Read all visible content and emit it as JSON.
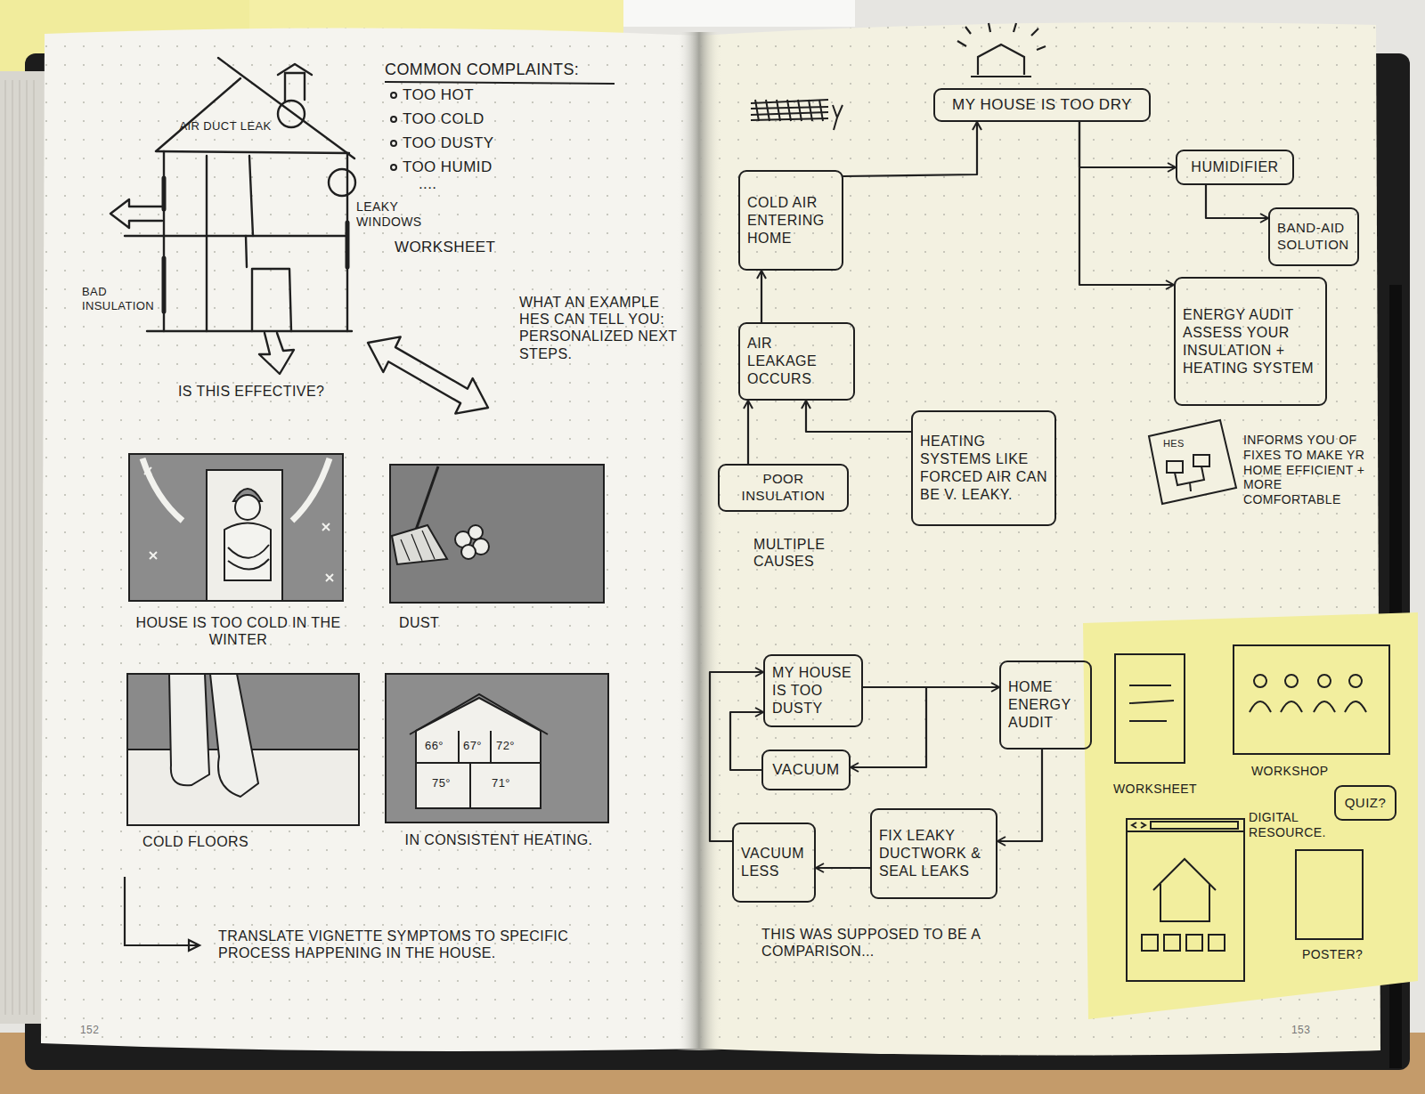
{
  "diagram": {
    "nodes": [
      {
        "text": [
          "MY HOUSE IS TOO DRY"
        ]
      },
      {
        "text": [
          "HUMIDIFIER"
        ]
      },
      {
        "text": [
          "COLD AIR ENTERING HOME"
        ]
      },
      {
        "text": [
          "BAND-AID SOLUTION"
        ]
      },
      {
        "text": [
          "ENERGY AUDIT ASSESS YOUR INSULATION + HEATING SYSTEM"
        ]
      },
      {
        "text": [
          "AIR LEAKAGE OCCURS"
        ]
      },
      {
        "text": [
          "HEATING SYSTEMS LIKE FORCED AIR CAN BE V. LEAKY."
        ]
      },
      {
        "text": [
          "POOR INSULATION"
        ]
      },
      {
        "text": [
          "MY HOUSE IS TOO DUSTY"
        ]
      },
      {
        "text": [
          "HOME ENERGY AUDIT"
        ]
      },
      {
        "text": [
          "VACUUM"
        ]
      },
      {
        "text": [
          "FIX LEAKY DUCTWORK & SEAL LEAKS"
        ]
      },
      {
        "text": [
          "VACUUM LESS"
        ]
      },
      {
        "text": [
          "QUIZ?"
        ]
      }
    ],
    "edges": [
      {
        "from": 2,
        "to": 0,
        "arrow": "to"
      },
      {
        "from": 0,
        "to": 1,
        "arrow": "to"
      },
      {
        "from": 1,
        "to": 3,
        "arrow": "to"
      },
      {
        "from": 0,
        "to": 4,
        "arrow": "to"
      },
      {
        "from": 5,
        "to": 2,
        "arrow": "to"
      },
      {
        "from": 7,
        "to": 5,
        "arrow": "to"
      },
      {
        "from": 6,
        "to": 5,
        "arrow": "to"
      },
      {
        "from": 8,
        "to": 9,
        "arrow": "to"
      },
      {
        "from": 8,
        "to": 10,
        "arrow": "to"
      },
      {
        "from": 9,
        "to": 11,
        "arrow": "to"
      },
      {
        "from": 11,
        "to": 12,
        "arrow": "to"
      },
      {
        "from": 12,
        "to": 8,
        "arrow": "to"
      },
      {
        "from": 10,
        "to": 8,
        "arrow": "to"
      }
    ],
    "labels": [
      "COMMON COMPLAINTS:",
      "TOO HOT",
      "TOO COLD",
      "TOO DUSTY",
      "TOO HUMID",
      "....",
      "AIR DUCT LEAK",
      "LEAKY WINDOWS",
      "WORKSHEET",
      "BAD INSULATION",
      "IS THIS EFFECTIVE?",
      "WHAT AN EXAMPLE HES CAN TELL YOU: PERSONALIZED NEXT STEPS.",
      "HOUSE IS TOO COLD IN THE WINTER",
      "DUST",
      "66°",
      "67°",
      "72°",
      "75°",
      "71°",
      "COLD FLOORS",
      "IN CONSISTENT HEATING.",
      "TRANSLATE VIGNETTE SYMPTOMS TO SPECIFIC PROCESS HAPPENING IN THE HOUSE.",
      "152",
      "MULTIPLE CAUSES",
      "HES",
      "INFORMS YOU OF FIXES TO MAKE YR HOME EFFICIENT + MORE COMFORTABLE",
      "THIS WAS SUPPOSED TO BE A COMPARISON...",
      "153",
      "WORKSHEET",
      "WORKSHOP",
      "DIGITAL RESOURCE.",
      "POSTER?"
    ]
  }
}
